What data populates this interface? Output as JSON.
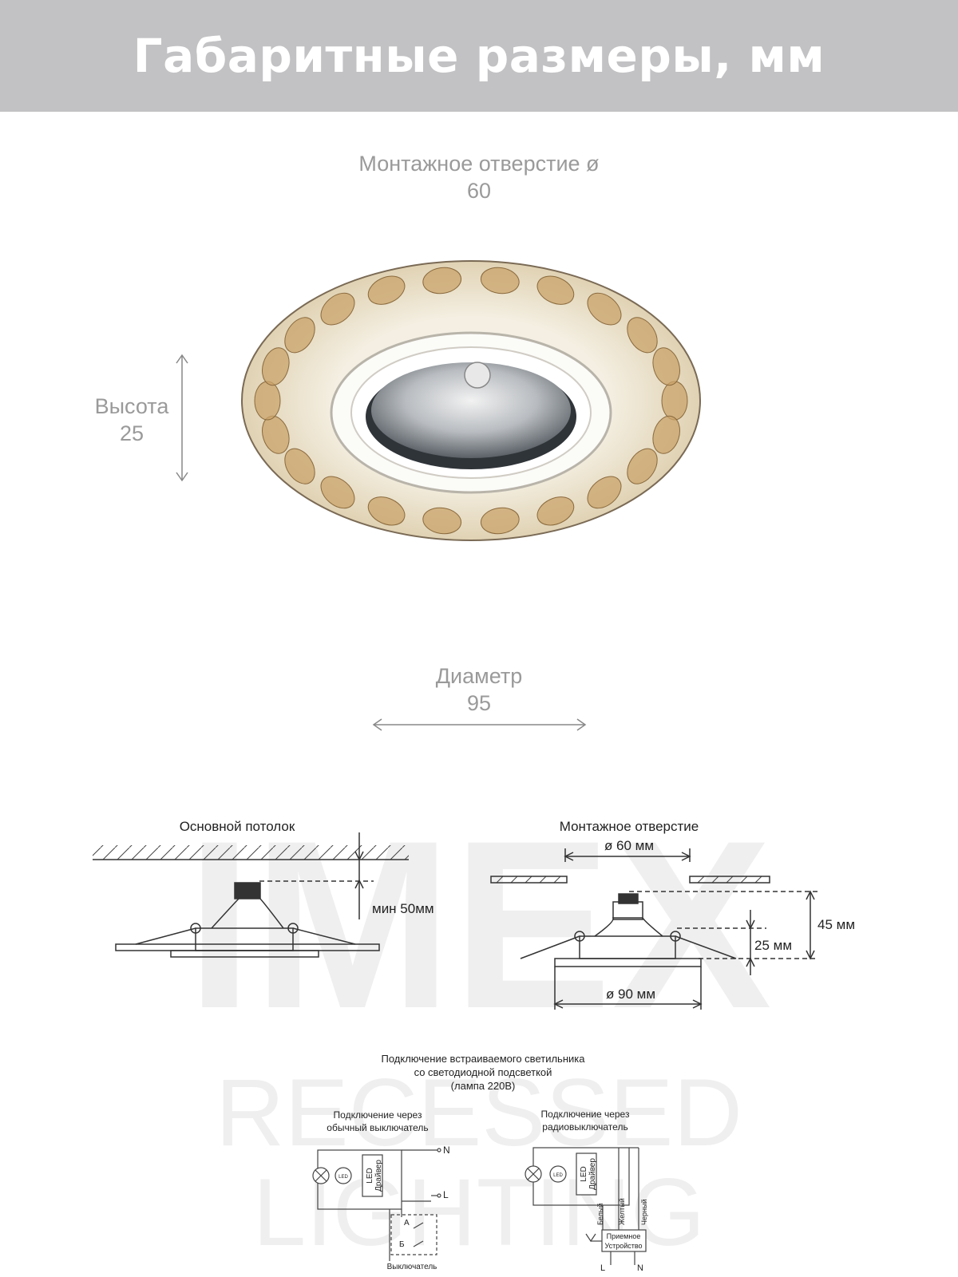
{
  "header": {
    "title": "Габаритные размеры, мм"
  },
  "dimensions": {
    "mounting_hole": {
      "label": "Монтажное отверстие ø",
      "value": "60"
    },
    "height": {
      "label": "Высота",
      "value": "25"
    },
    "diameter": {
      "label": "Диаметр",
      "value": "95"
    }
  },
  "drawing_ceiling": {
    "title": "Основной потолок",
    "min_label": "мин 50мм"
  },
  "drawing_hole": {
    "title": "Монтажное отверстие",
    "hole_label": "ø 60 мм",
    "height_total": "45 мм",
    "height_body": "25 мм",
    "diameter_label": "ø 90 мм"
  },
  "wiring": {
    "title_lines": [
      "Подключение встраиваемого светильника",
      "со светодиодной подсветкой",
      "(лампа 220В)"
    ],
    "left": {
      "title_lines": [
        "Подключение через",
        "обычный выключатель"
      ],
      "led": "LED",
      "driver_lines": [
        "LED",
        "Драйвер"
      ],
      "n": "N",
      "l": "L",
      "a": "А",
      "b": "Б",
      "switch_label": "Выключатель"
    },
    "right": {
      "title_lines": [
        "Подключение через",
        "радиовыключатель"
      ],
      "led": "LED",
      "driver_lines": [
        "LED",
        "Драйвер"
      ],
      "wire_labels": [
        "Белый",
        "Желтый",
        "Черный"
      ],
      "receiver_lines": [
        "Приемное",
        "Устройство"
      ],
      "l": "L",
      "n": "N"
    }
  },
  "watermark": {
    "brand": "IMEX",
    "lines": [
      "RECESSED",
      "LIGHTING"
    ]
  },
  "colors": {
    "header_bg": "#c2c2c4",
    "label_gray": "#9a9a9a",
    "line": "#333333",
    "crystal": "#c9a36a"
  }
}
